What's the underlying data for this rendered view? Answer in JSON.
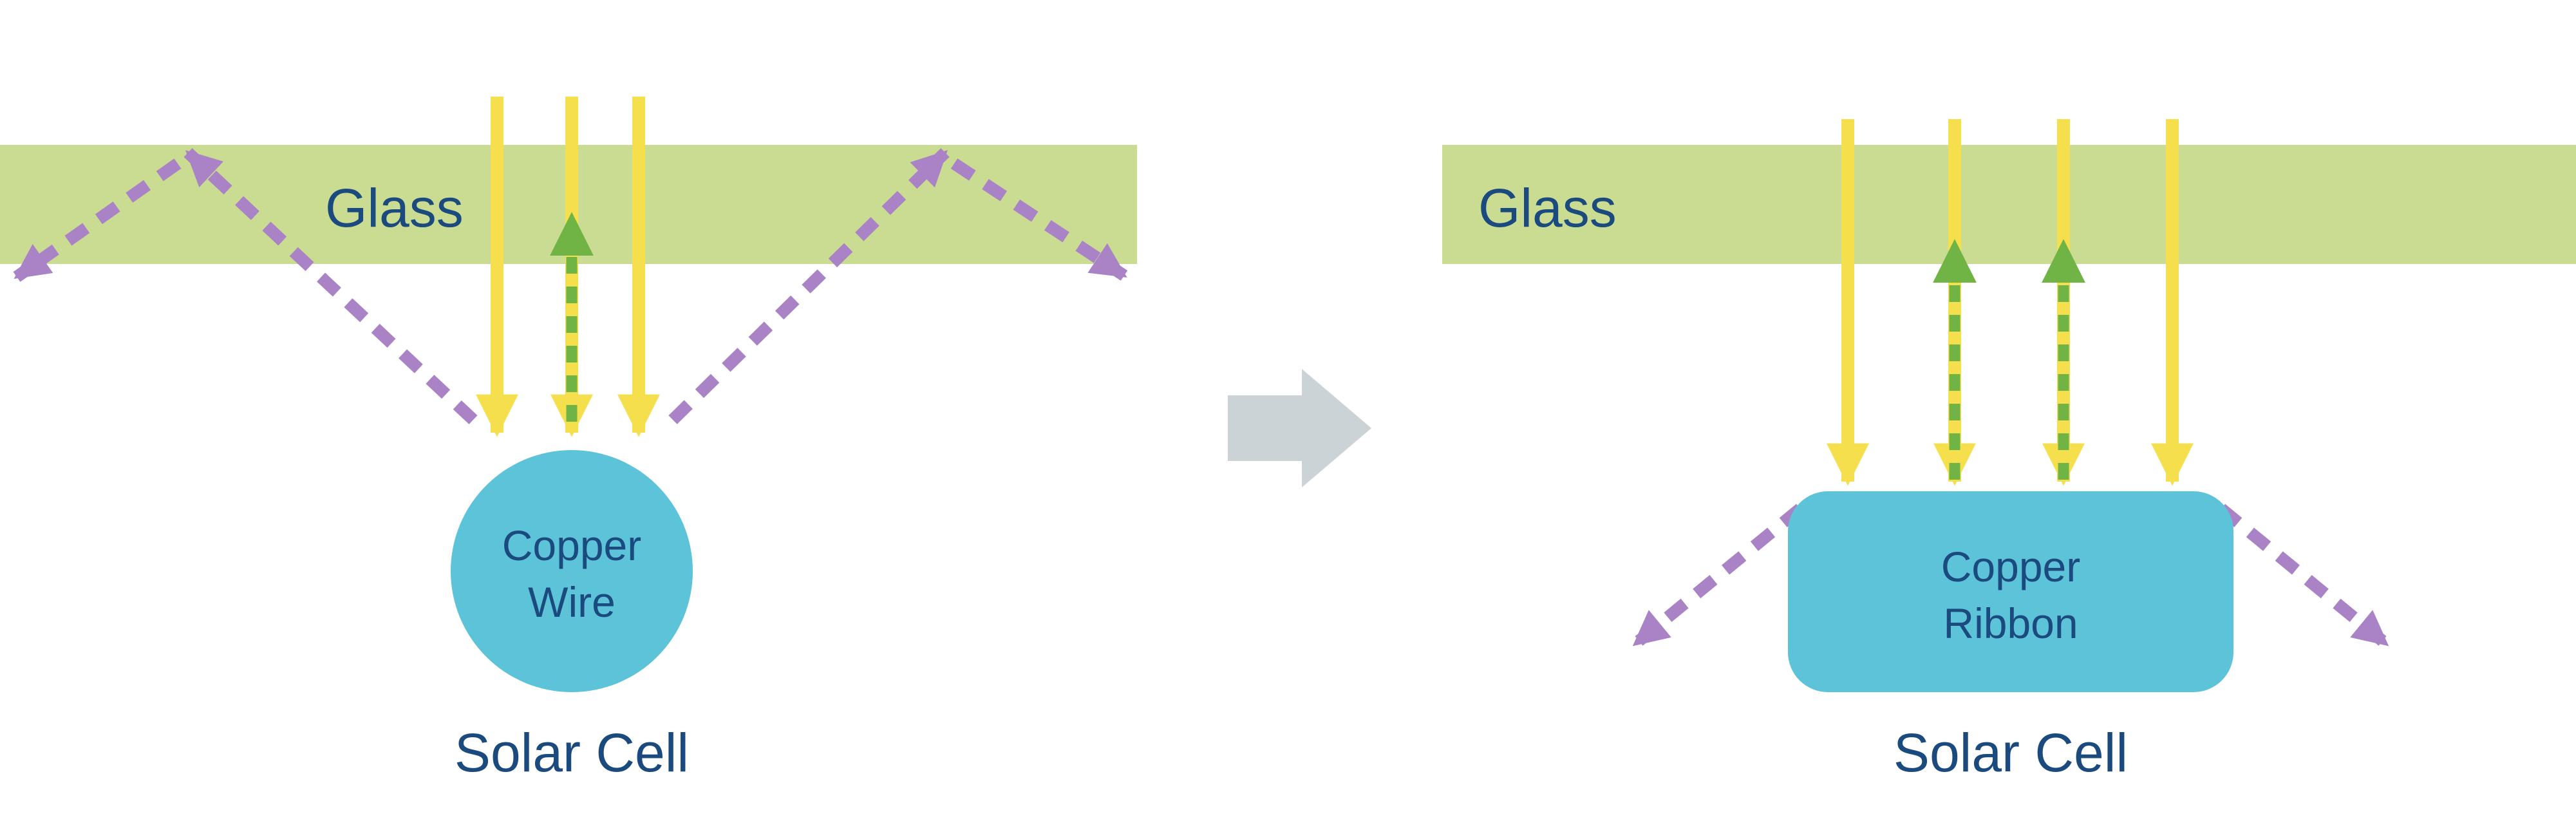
{
  "left_panel": {
    "glass_label": "Glass",
    "conductor_line1": "Copper",
    "conductor_line2": "Wire",
    "cell_label": "Solar Cell"
  },
  "right_panel": {
    "glass_label": "Glass",
    "conductor_line1": "Copper",
    "conductor_line2": "Ribbon",
    "cell_label": "Solar Cell"
  },
  "colors": {
    "glass_green": "#c9dc92",
    "sunlight_yellow": "#f6df4d",
    "reflected_green": "#6fb445",
    "scattered_purple": "#a983c6",
    "conductor_teal": "#5cc3d8",
    "label_navy": "#1b4a7e",
    "transition_gray": "#ccd3d7"
  }
}
